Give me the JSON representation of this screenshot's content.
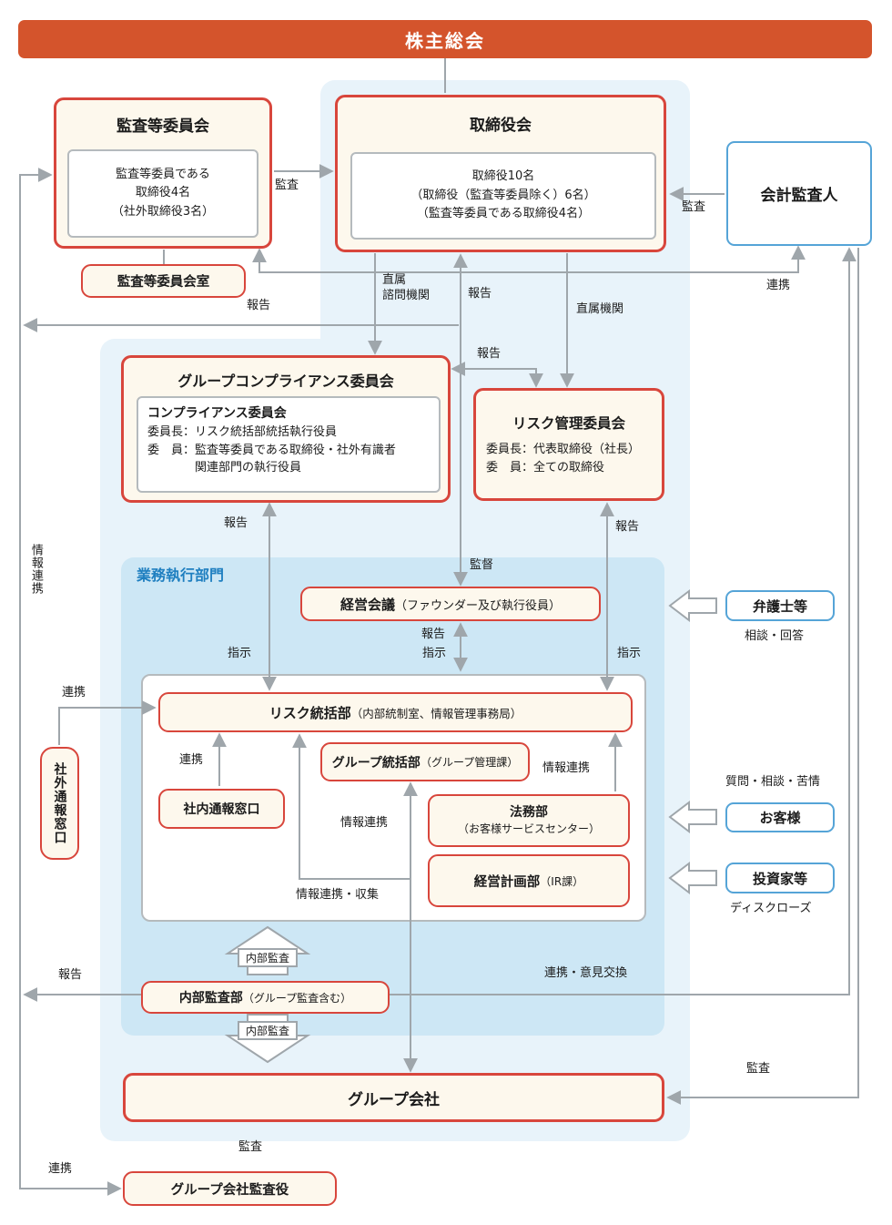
{
  "diagram": {
    "banner": "株主総会",
    "exec_panel_label": "業務執行部門",
    "boxes": {
      "audit_committee": {
        "title": "監査等委員会",
        "line1": "監査等委員である",
        "line2": "取締役4名",
        "line3": "（社外取締役3名）"
      },
      "audit_committee_office": {
        "title": "監査等委員会室"
      },
      "board": {
        "title": "取締役会",
        "line1": "取締役10名",
        "line2": "（取締役（監査等委員除く）6名）",
        "line3": "（監査等委員である取締役4名）"
      },
      "accounting_auditor": {
        "title": "会計監査人"
      },
      "group_compliance_committee": {
        "title": "グループコンプライアンス委員会",
        "sub_title": "コンプライアンス委員会",
        "line1": "委員長：リスク統括部統括執行役員",
        "line2": "委　員：監査等委員である取締役・社外有識者",
        "line3": "関連部門の執行役員"
      },
      "risk_management_committee": {
        "title": "リスク管理委員会",
        "line1": "委員長：代表取締役（社長）",
        "line2": "委　員：全ての取締役"
      },
      "management_meeting": {
        "main": "経営会議",
        "paren": "（ファウンダー及び執行役員）"
      },
      "risk_control_dept": {
        "main": "リスク統括部",
        "paren": "（内部統制室、情報管理事務局）"
      },
      "group_control_dept": {
        "main": "グループ統括部",
        "paren": "（グループ管理課）"
      },
      "internal_report_desk": {
        "title": "社内通報窓口"
      },
      "legal_dept": {
        "main": "法務部",
        "paren": "（お客様サービスセンター）"
      },
      "planning_dept": {
        "main": "経営計画部",
        "paren": "（IR課）"
      },
      "internal_audit_dept": {
        "main": "内部監査部",
        "paren": "（グループ監査含む）"
      },
      "group_companies": {
        "title": "グループ会社"
      },
      "group_company_auditors": {
        "title": "グループ会社監査役"
      },
      "external_report_desk": {
        "title": "社外通報窓口"
      },
      "lawyers": {
        "title": "弁護士等"
      },
      "customers": {
        "title": "お客様"
      },
      "investors": {
        "title": "投資家等"
      }
    },
    "labels": {
      "audit_to_board": "監査",
      "auditor_to_board": "監査",
      "renkei_auditor": "連携",
      "hokoku_left": "報告",
      "chokuzoku_shimon": "直属\n諮問機関",
      "hokoku_board": "報告",
      "chokuzoku_kikan": "直属機関",
      "hokoku_committees": "報告",
      "hokoku_compliance": "報告",
      "hokoku_risk": "報告",
      "kantoku": "監督",
      "hokoku_mgmt": "報告",
      "shiji_mgmt": "指示",
      "shiji_left": "指示",
      "shiji_right": "指示",
      "joho_renkei_rail": "情報連携",
      "renkei_external": "連携",
      "renkei_internal": "連携",
      "joho_renkei_mid": "情報連携",
      "joho_renkei_legal": "情報連携",
      "joho_renkei_collect": "情報連携・収集",
      "naibu_kansa_up": "内部監査",
      "naibu_kansa_down": "内部監査",
      "hokoku_audit_dept": "報告",
      "renkei_iken": "連携・意見交換",
      "kansa_group": "監査",
      "kansa_group_auditors": "監査",
      "renkei_bottom": "連携",
      "sodan_kaito": "相談・回答",
      "shitsumon": "質問・相談・苦情",
      "disclose": "ディスクローズ"
    },
    "colors": {
      "banner_orange": "#d4542c",
      "box_border_red": "#d8463c",
      "box_fill_cream": "#fdf8ed",
      "box_border_blue": "#55a4d7",
      "panel_light_blue": "#e8f3fa",
      "panel_exec_blue": "#cde7f5",
      "line_gray": "#9fa6ab",
      "exec_label_blue": "#1f7fc0"
    }
  }
}
